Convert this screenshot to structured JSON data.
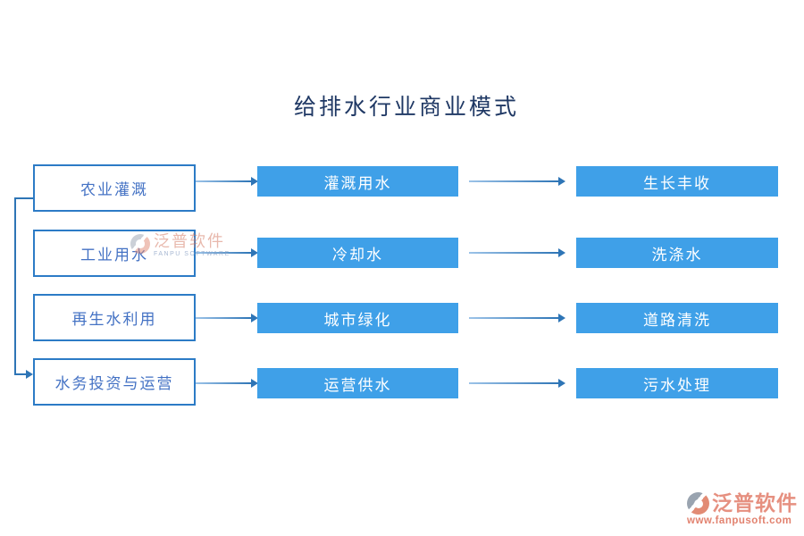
{
  "title": "给排水行业商业模式",
  "rows": [
    {
      "source": "农业灌溉",
      "product": "灌溉用水",
      "outcome": "生长丰收"
    },
    {
      "source": "工业用水",
      "product": "冷却水",
      "outcome": "洗涤水"
    },
    {
      "source": "再生水利用",
      "product": "城市绿化",
      "outcome": "道路清洗"
    },
    {
      "source": "水务投资与运营",
      "product": "运营供水",
      "outcome": "污水处理"
    }
  ],
  "watermark": {
    "brand": "泛普软件",
    "brand_en": "FANPU SOFTWARE"
  },
  "logo": {
    "brand": "泛普软件",
    "website": "www.fanpusoft.com"
  },
  "icons": {
    "logo_icon": "fanpu-swirl-icon"
  },
  "colors": {
    "box_fill": "#3FA0E8",
    "box_border": "#2C7BC6",
    "source_text": "#4472C4",
    "title_text": "#1F3864",
    "connector": "#2E75B6",
    "brand_red": "#E28B74",
    "brand_gray": "#9AA4B0"
  }
}
